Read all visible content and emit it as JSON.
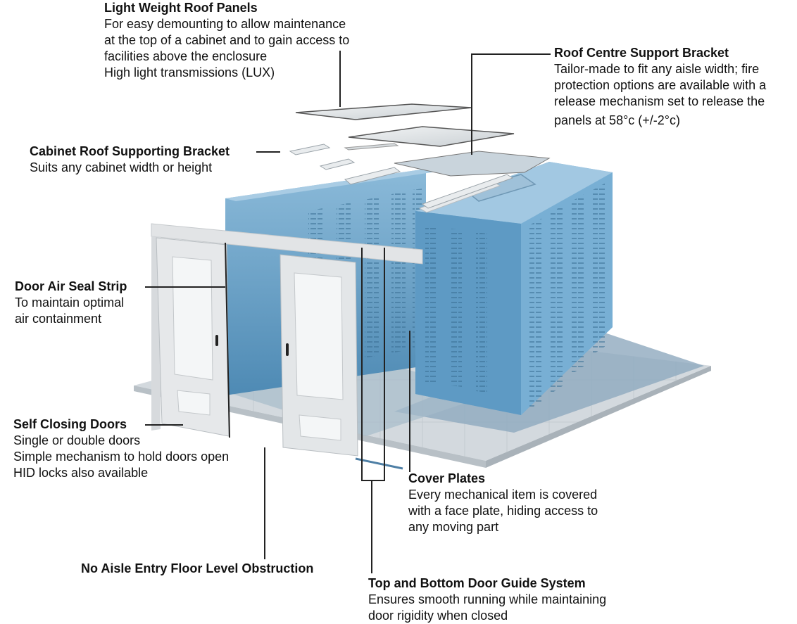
{
  "callouts": {
    "roof_panels": {
      "title": "Light Weight Roof Panels",
      "lines": [
        "For easy demounting to allow maintenance",
        "at the top of a cabinet and to gain access to",
        "facilities above the enclosure",
        "High light transmissions (LUX)"
      ]
    },
    "roof_centre": {
      "title": "Roof Centre Support Bracket",
      "lines": [
        "Tailor-made to fit any aisle width; fire",
        "protection options are available with a",
        "release mechanism set to release the",
        "panels at 58°c (+/-2°c)"
      ]
    },
    "cabinet_roof": {
      "title": "Cabinet Roof Supporting Bracket",
      "lines": [
        "Suits any cabinet width or height"
      ]
    },
    "door_seal": {
      "title": "Door Air Seal Strip",
      "lines": [
        "To maintain optimal",
        "air containment"
      ]
    },
    "self_closing": {
      "title": "Self Closing Doors",
      "lines": [
        "Single or double doors",
        "Simple mechanism to hold doors open",
        "HID locks also available"
      ]
    },
    "cover_plates": {
      "title": "Cover Plates",
      "lines": [
        "Every mechanical item is covered",
        "with a face plate, hiding access to",
        "any moving part"
      ]
    },
    "floor_level": {
      "title": "No Aisle Entry Floor Level Obstruction"
    },
    "door_guide": {
      "title": "Top and Bottom Door Guide System",
      "lines": [
        "Ensures smooth running while maintaining",
        "door rigidity when closed"
      ]
    }
  },
  "colors": {
    "cabinet_front": "#4f8fba",
    "cabinet_side": "#6aa6cf",
    "cabinet_top": "#9cc5e2",
    "floor": "#d5dbe0",
    "floor_shadow": "#8fa9bd",
    "frame": "#e3e5e7",
    "panel": "#dfe3e6"
  }
}
